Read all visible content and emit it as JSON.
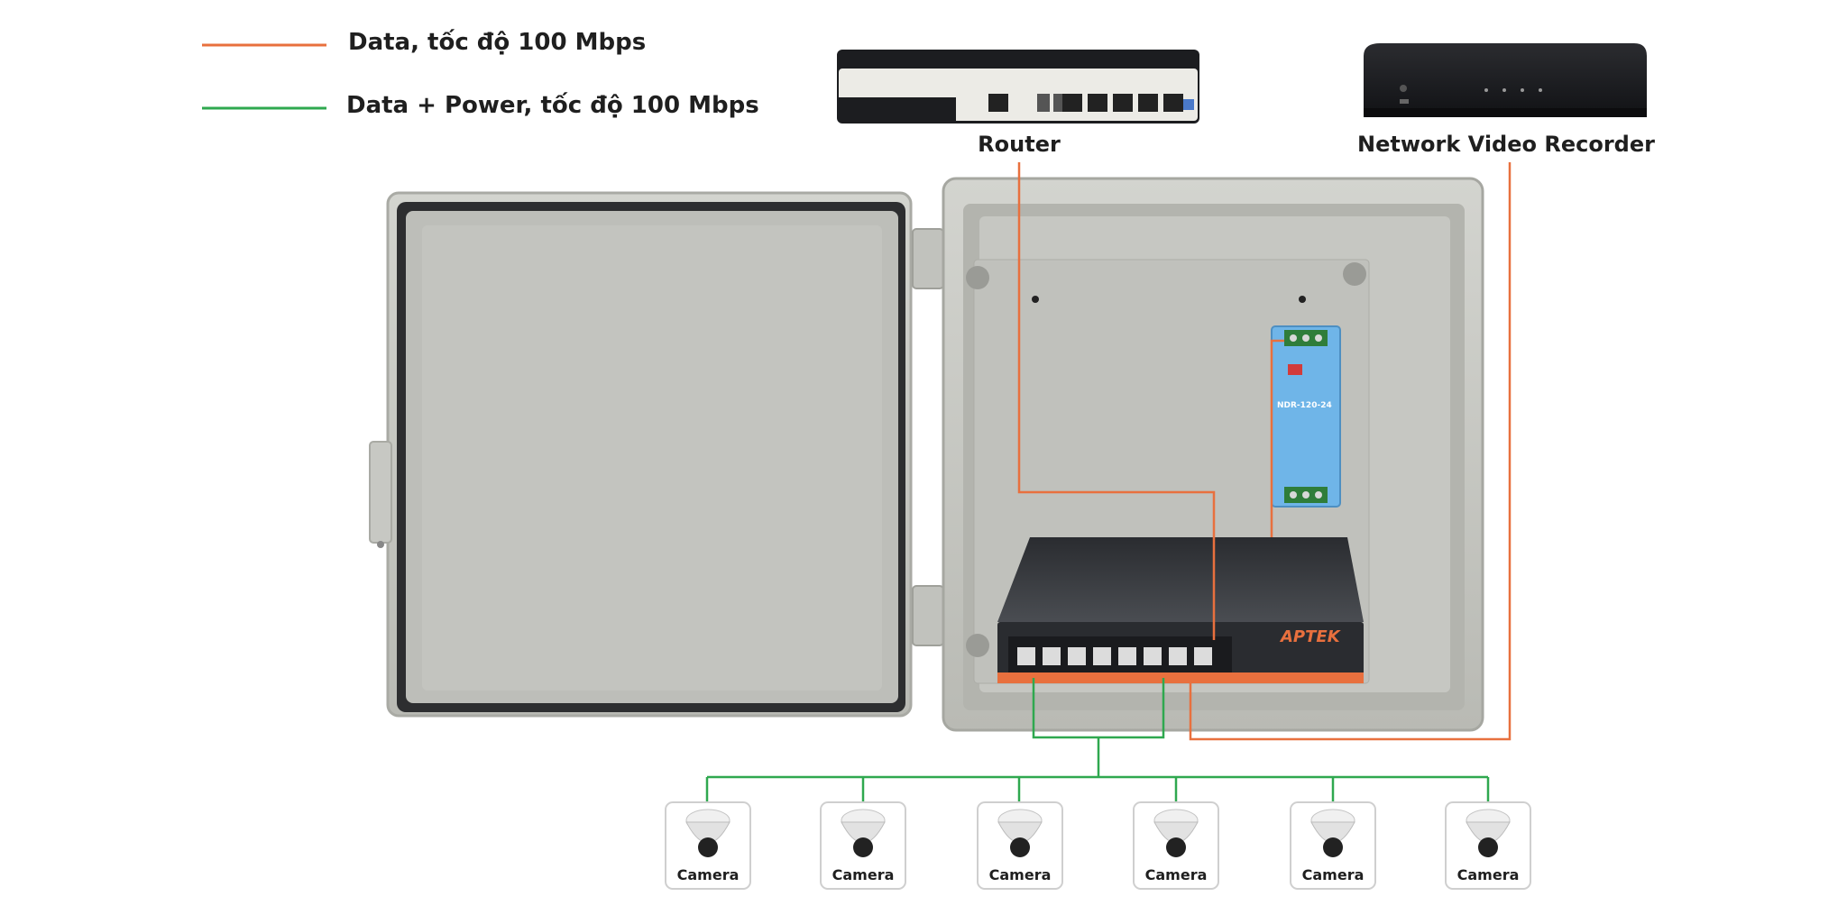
{
  "legend": {
    "data_label": "Data, tốc độ 100 Mbps",
    "data_power_label": "Data + Power, tốc độ 100 Mbps"
  },
  "devices": {
    "router_label": "Router",
    "nvr_label": "Network Video Recorder",
    "switch_brand": "APTEK",
    "psu_model": "NDR-120-24"
  },
  "cameras": [
    {
      "label": "Camera"
    },
    {
      "label": "Camera"
    },
    {
      "label": "Camera"
    },
    {
      "label": "Camera"
    },
    {
      "label": "Camera"
    },
    {
      "label": "Camera"
    }
  ],
  "colors": {
    "data_line": "#e8703e",
    "data_power_line": "#2fa84f",
    "enclosure": "#c9cac5",
    "switch_body": "#3a3d42",
    "switch_accent": "#e8703e",
    "psu_body": "#6fb5e8"
  }
}
